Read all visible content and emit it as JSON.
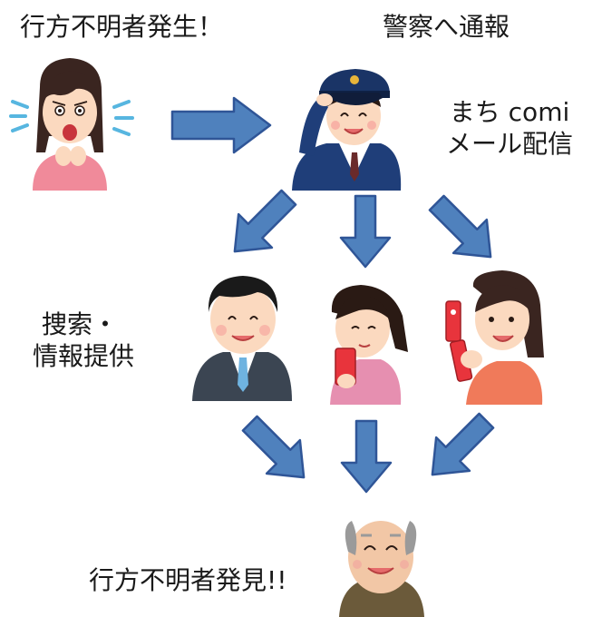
{
  "labels": {
    "missing_occurs": "行方不明者発生！",
    "report_to_police": "警察へ通報",
    "machi_comi_line1": "まち comi",
    "machi_comi_line2": "メール配信",
    "search_line1": "捜索・",
    "search_line2": "情報提供",
    "found": "行方不明者発見!!"
  },
  "icons": {
    "worried_woman": "worried-woman-icon",
    "police_officer": "police-officer-icon",
    "businessman": "businessman-icon",
    "girl_with_phone": "girl-with-phone-icon",
    "woman_with_flip_phone": "woman-with-flip-phone-icon",
    "elderly_man": "elderly-man-icon"
  },
  "colors": {
    "arrow_fill": "#4f81bd",
    "arrow_stroke": "#2f5597",
    "skin": "#fbd9bf",
    "police_blue": "#1f3e79",
    "suit_gray": "#3b4552",
    "pink_top": "#f28a9a",
    "red_phone": "#e8343c"
  }
}
